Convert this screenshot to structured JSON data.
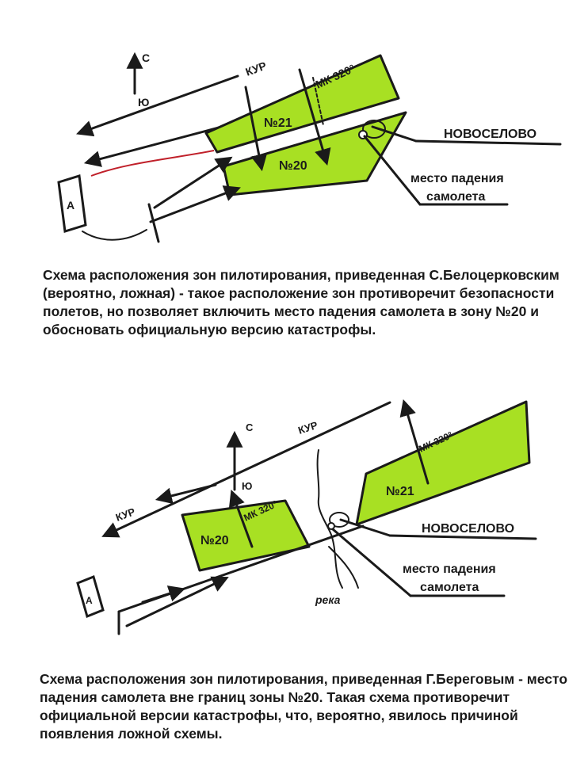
{
  "diagram1": {
    "north": "С",
    "south": "Ю",
    "course": "КУР",
    "heading": "МК 320°",
    "zone_21": "№21",
    "zone_20": "№20",
    "airfield": "А",
    "village": "НОВОСЕЛОВО",
    "crash_line1": "место падения",
    "crash_line2": "самолета"
  },
  "caption1": "Схема расположения зон пилотирования, приведенная С.Белоцерковским (вероятно, ложная) - такое расположение зон противоречит безопасности полетов, но позволяет включить место падения самолета в зону №20 и обосновать официальную версию катастрофы.",
  "diagram2": {
    "north": "С",
    "south": "Ю",
    "course_top": "КУР",
    "course_left": "КУР",
    "heading_20": "МК 320°",
    "heading_21": "МК 320°",
    "zone_20": "№20",
    "zone_21": "№21",
    "airfield": "А",
    "village": "НОВОСЕЛОВО",
    "crash_line1": "место падения",
    "crash_line2": "самолета",
    "river": "река"
  },
  "caption2": "Схема расположения зон пилотирования, приведенная Г.Береговым - место падения самолета вне границ зоны №20. Такая схема противоречит официальной версии катастрофы, что, вероятно, явилось причиной появления ложной схемы.",
  "colors": {
    "zone_fill": "#a8e023",
    "ink": "#1a1a1a"
  }
}
